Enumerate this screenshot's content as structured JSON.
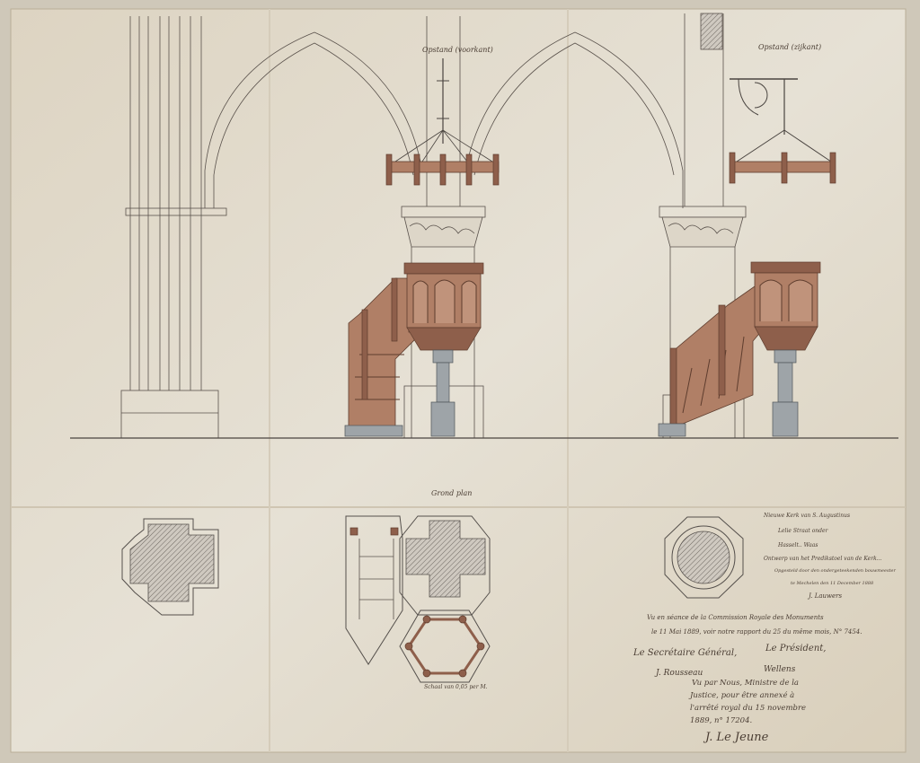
{
  "drawing": {
    "labels": {
      "front_elevation": "Opstand (voorkant)",
      "side_elevation": "Opstand (zijkant)",
      "ground_plan": "Grond plan",
      "scale": "Schaal van 0,05 per M."
    },
    "title_block": {
      "line1": "Nieuwe Kerk van S. Augustinus",
      "line2": "Lelie Straat onder",
      "line3": "Hasselt..  Waas",
      "line4": "Ontwerp van het Predikstoel van de Kerk...",
      "line5": "Opgesteld door den ondergeteekenden bouwmeester",
      "line6": "te Mechelen den 11 December 1888",
      "signature": "J. Lauwers"
    },
    "approval": {
      "line1": "Vu en séance de la Commission Royale des Monuments",
      "line2": "le 11 Mai 1889, voir notre rapport du 25 du même mois, N° 7454.",
      "secretary_title": "Le Secrétaire Général,",
      "secretary_signature": "J. Rousseau",
      "president_title": "Le Président,",
      "president_signature": "Wellens",
      "minister_line1": "Vu par Nous, Ministre de la",
      "minister_line2": "Justice, pour être annexé à",
      "minister_line3": "l'arrêté royal du 15 novembre",
      "minister_line4": "1889, n° 17204.",
      "minister_signature": "J. Le Jeune"
    },
    "colors": {
      "paper": "#e4ddcf",
      "wood": "#b07f66",
      "stone": "#9ea4a8",
      "ink": "#5a524c"
    }
  }
}
